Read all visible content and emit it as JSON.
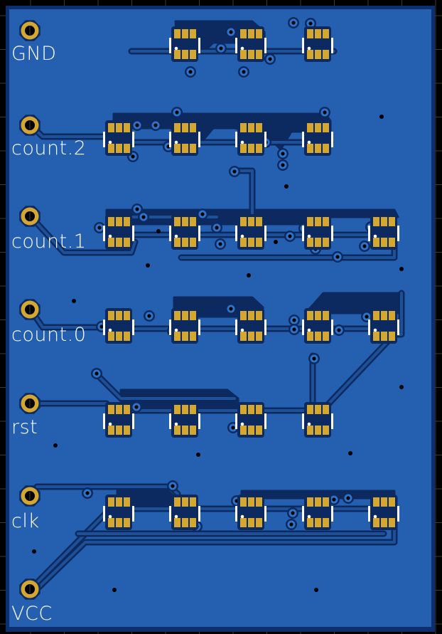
{
  "board": {
    "colors": {
      "background": "#000000",
      "grid": "#3a3a3a",
      "board_edge": "#0e2f6e",
      "copper_fill": "#2560b0",
      "trace": "#0c2a60",
      "trace_highlight": "#2b6fc4",
      "pad": "#d4a830",
      "pad_hole": "#000000",
      "silkscreen": "#ffffff",
      "via_ring": "#2f72c8"
    }
  },
  "connectors": [
    {
      "name": "GND",
      "label": "GND"
    },
    {
      "name": "count.2",
      "label": "count.2"
    },
    {
      "name": "count.1",
      "label": "count.1"
    },
    {
      "name": "count.0",
      "label": "count.0"
    },
    {
      "name": "rst",
      "label": "rst"
    },
    {
      "name": "clk",
      "label": "clk"
    },
    {
      "name": "VCC",
      "label": "VCC"
    }
  ],
  "component_rows": [
    {
      "net": "GND",
      "count": 3
    },
    {
      "net": "count.2",
      "count": 4
    },
    {
      "net": "count.1",
      "count": 5
    },
    {
      "net": "count.0",
      "count": 5
    },
    {
      "net": "rst",
      "count": 4
    },
    {
      "net": "clk",
      "count": 5
    }
  ]
}
